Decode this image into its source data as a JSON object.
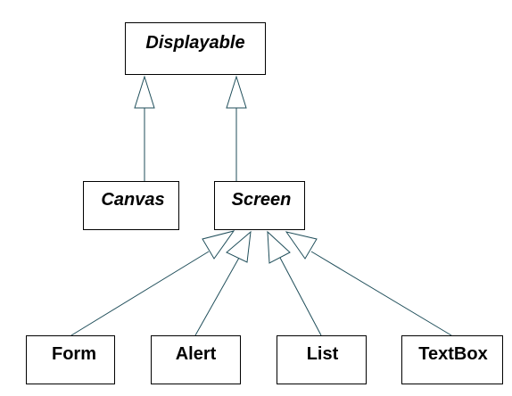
{
  "diagram": {
    "line_color": "#1f4e5a",
    "nodes": {
      "displayable": "Displayable",
      "canvas": "Canvas",
      "screen": "Screen",
      "form": "Form",
      "alert": "Alert",
      "list": "List",
      "textbox": "TextBox"
    },
    "relations": [
      {
        "child": "canvas",
        "parent": "displayable",
        "type": "generalization"
      },
      {
        "child": "screen",
        "parent": "displayable",
        "type": "generalization"
      },
      {
        "child": "form",
        "parent": "screen",
        "type": "generalization"
      },
      {
        "child": "alert",
        "parent": "screen",
        "type": "generalization"
      },
      {
        "child": "list",
        "parent": "screen",
        "type": "generalization"
      },
      {
        "child": "textbox",
        "parent": "screen",
        "type": "generalization"
      }
    ]
  }
}
